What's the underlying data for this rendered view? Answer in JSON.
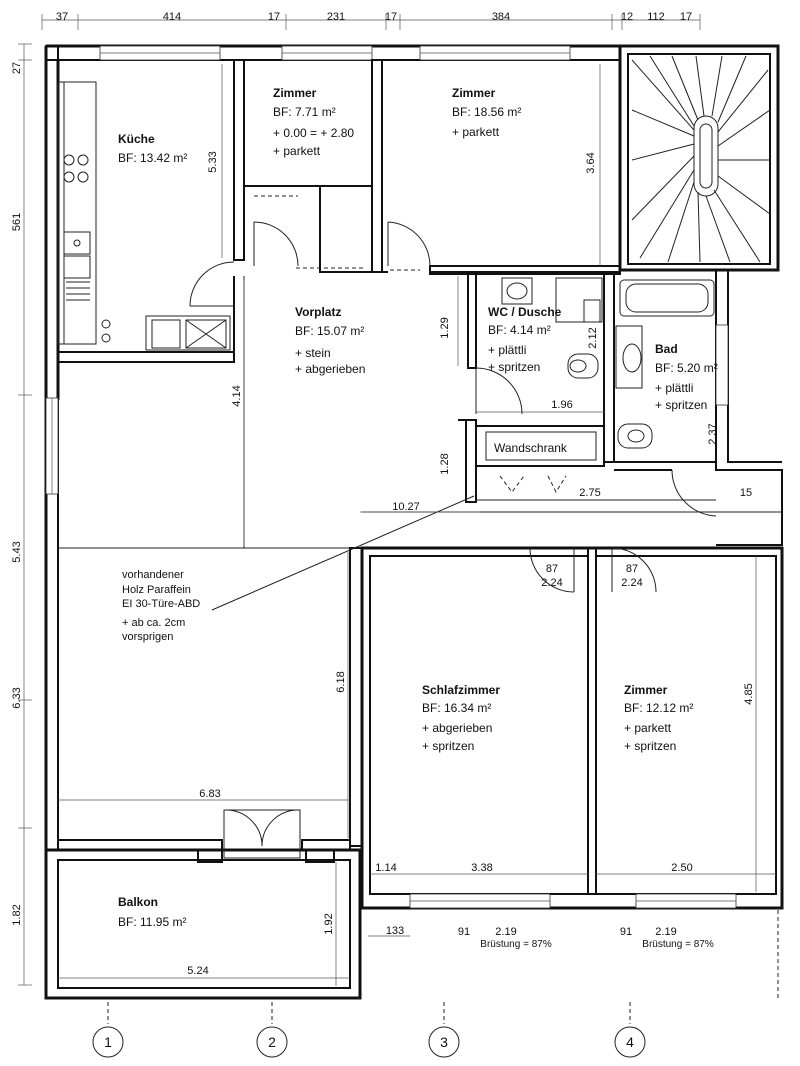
{
  "top_dims": [
    "37",
    "414",
    "17",
    "231",
    "17",
    "384",
    "12",
    "112",
    "17"
  ],
  "left_dims": [
    "27",
    "561",
    "5.43",
    "6.33",
    "1.82"
  ],
  "rooms": {
    "kueche": {
      "name": "Küche",
      "bf": "BF: 13.42 m²"
    },
    "zimmer1": {
      "name": "Zimmer",
      "bf": "BF: 7.71 m²",
      "l1": "+ 0.00 = + 2.80",
      "l2": "+ parkett"
    },
    "zimmer2": {
      "name": "Zimmer",
      "bf": "BF: 18.56 m²",
      "l1": "+ parkett"
    },
    "vorplatz": {
      "name": "Vorplatz",
      "bf": "BF: 15.07 m²",
      "l1": "+ stein",
      "l2": "+ abgerieben"
    },
    "wc": {
      "name": "WC / Dusche",
      "bf": "BF: 4.14 m²",
      "l1": "+ plättli",
      "l2": "+ spritzen"
    },
    "bad": {
      "name": "Bad",
      "bf": "BF: 5.20 m²",
      "l1": "+ plättli",
      "l2": "+ spritzen"
    },
    "wandschrank": {
      "name": "Wandschrank"
    },
    "schlafzimmer": {
      "name": "Schlafzimmer",
      "bf": "BF: 16.34 m²",
      "l1": "+ abgerieben",
      "l2": "+ spritzen"
    },
    "zimmer3": {
      "name": "Zimmer",
      "bf": "BF: 12.12 m²",
      "l1": "+ parkett",
      "l2": "+ spritzen"
    },
    "balkon": {
      "name": "Balkon",
      "bf": "BF: 11.95 m²"
    }
  },
  "note": {
    "l1": "vorhandener",
    "l2": "Holz Paraffein",
    "l3": "EI 30-Türe-ABD",
    "l4": "+ ab ca. 2cm",
    "l5": "vorsprigen"
  },
  "dims": {
    "d533": "5.33",
    "d364": "3.64",
    "d129": "1.29",
    "d212": "2.12",
    "d196": "1.96",
    "d414": "4.14",
    "d128": "1.28",
    "d1027": "10.27",
    "d275": "2.75",
    "d15": "15",
    "d237": "2.37",
    "d87a": "87",
    "d224a": "2.24",
    "d87b": "87",
    "d224b": "2.24",
    "d618": "6.18",
    "d485": "4.85",
    "d683": "6.83",
    "d114": "1.14",
    "d338": "3.38",
    "d250": "2.50",
    "d192": "1.92",
    "d133": "133",
    "d91a": "91",
    "d219a": "2.19",
    "d91b": "91",
    "d219b": "2.19",
    "d524": "5.24",
    "bruestung1": "Brüstung = 87%",
    "bruestung2": "Brüstung = 87%"
  },
  "axes": [
    "1",
    "2",
    "3",
    "4"
  ]
}
